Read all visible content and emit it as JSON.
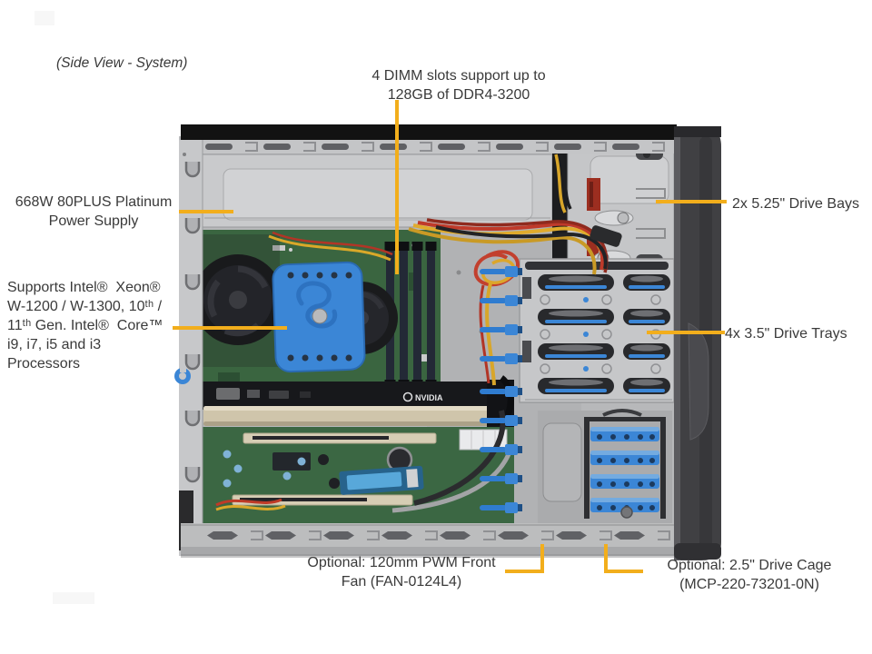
{
  "page_title": "(Side View - System)",
  "colors": {
    "callout": "#F2AE1C",
    "label_text": "#3a3a3a"
  },
  "callouts": {
    "dimm": {
      "label": "4 DIMM slots support up to\n128GB of DDR4-3200"
    },
    "psu": {
      "label": "668W 80PLUS Platinum\nPower Supply"
    },
    "cpu": {
      "label": "Supports Intel®  Xeon®\nW-1200 / W-1300, 10ᵗʰ /\n11ᵗʰ Gen. Intel®  Core™\ni9, i7, i5 and i3\nProcessors"
    },
    "bays_525": {
      "label": "2x 5.25\" Drive Bays"
    },
    "trays_35": {
      "label": "4x 3.5\" Drive Trays"
    },
    "front_fan": {
      "label": "Optional: 120mm PWM Front\nFan (FAN-0124L4)"
    },
    "cage_25": {
      "label": "Optional: 2.5\" Drive Cage\n(MCP-220-73201-0N)"
    }
  },
  "case_art": {
    "gpu_logo": "NVIDIA"
  }
}
